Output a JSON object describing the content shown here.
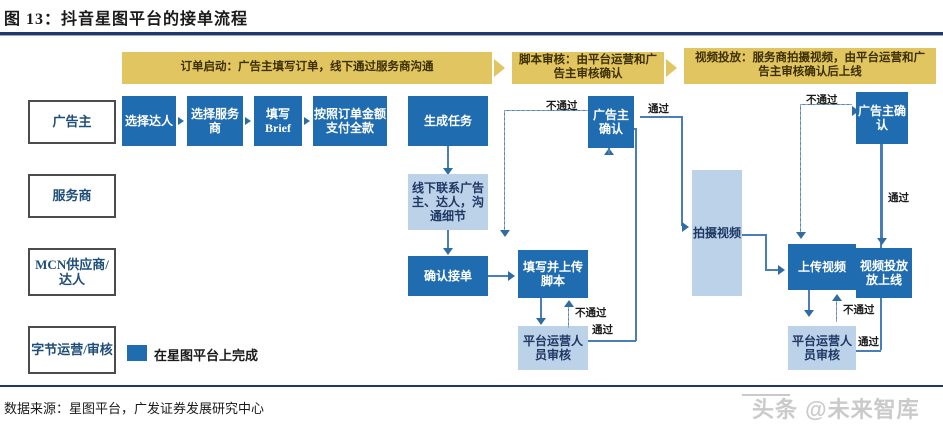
{
  "header": {
    "figure_title": "图 13：抖音星图平台的接单流程"
  },
  "footer": {
    "source": "数据来源：星图平台，广发证券发展研究中心",
    "watermark": "头条 @未来智库"
  },
  "legend": {
    "swatch_color": "#1f6cb0",
    "label": "在星图平台上完成"
  },
  "colors": {
    "dark_node": "#1f6cb0",
    "light_node": "#bcd2e8",
    "banner": "#e0c561",
    "connector": "#4a7ebb",
    "rule": "#1f3864"
  },
  "lanes": [
    {
      "label": "广告主"
    },
    {
      "label": "服务商"
    },
    {
      "label": "MCN供应商/达人"
    },
    {
      "label": "字节运营/审核"
    }
  ],
  "phases": [
    {
      "label": "订单启动：广告主填写订单，线下通过服务商沟通"
    },
    {
      "label": "脚本审核：由平台运营和广告主审核确认"
    },
    {
      "label": "视频投放：服务商拍摄视频，由平台运营和广告主审核确认后上线"
    }
  ],
  "nodes": [
    {
      "id": "n1",
      "label": "选择达人",
      "type": "dark"
    },
    {
      "id": "n2",
      "label": "选择服务商",
      "type": "dark"
    },
    {
      "id": "n3",
      "label": "填写Brief",
      "type": "dark"
    },
    {
      "id": "n4",
      "label": "按照订单金额支付全款",
      "type": "dark"
    },
    {
      "id": "n5",
      "label": "生成任务",
      "type": "dark"
    },
    {
      "id": "n6",
      "label": "线下联系广告主、达人，沟通细节",
      "type": "light"
    },
    {
      "id": "n7",
      "label": "确认接单",
      "type": "dark"
    },
    {
      "id": "n8",
      "label": "填写并上传脚本",
      "type": "dark"
    },
    {
      "id": "n9",
      "label": "平台运营人员审核",
      "type": "light"
    },
    {
      "id": "n10",
      "label": "广告主确认",
      "type": "dark"
    },
    {
      "id": "n11",
      "label": "拍摄视频",
      "type": "light"
    },
    {
      "id": "n12",
      "label": "上传视频",
      "type": "dark"
    },
    {
      "id": "n13",
      "label": "平台运营人员审核",
      "type": "light"
    },
    {
      "id": "n14",
      "label": "广告主确认",
      "type": "dark"
    },
    {
      "id": "n15",
      "label": "视频投放放上线",
      "type": "dark"
    }
  ],
  "edge_labels": [
    {
      "id": "e1",
      "label": "不通过"
    },
    {
      "id": "e2",
      "label": "通过"
    },
    {
      "id": "e3",
      "label": "不通过"
    },
    {
      "id": "e4",
      "label": "通过"
    },
    {
      "id": "e5",
      "label": "不通过"
    },
    {
      "id": "e6",
      "label": "通过"
    },
    {
      "id": "e7",
      "label": "不通过"
    },
    {
      "id": "e8",
      "label": "通过"
    }
  ]
}
